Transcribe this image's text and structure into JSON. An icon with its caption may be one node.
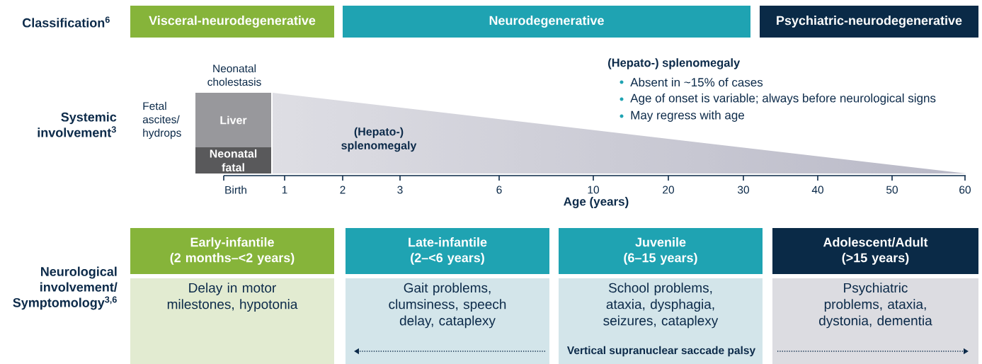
{
  "diagram": {
    "nodes": [
      {
        "text": [
          "Visceral-neurodegenerative"
        ]
      },
      {
        "text": [
          "Neurodegenerative"
        ]
      },
      {
        "text": [
          "Psychiatric-neurodegenerative"
        ]
      },
      {
        "text": [
          "Liver"
        ]
      },
      {
        "text": [
          "Neonatal fatal"
        ]
      },
      {
        "text": [
          "(Hepato-) splenomegaly"
        ]
      },
      {
        "text": [
          "Early-infantile",
          "(2 months–<2 years)"
        ]
      },
      {
        "text": [
          "Late-infantile",
          "(2–<6 years)"
        ]
      },
      {
        "text": [
          "Juvenile",
          "(6–15 years)"
        ]
      },
      {
        "text": [
          "Adolescent/Adult",
          "(>15 years)"
        ]
      },
      {
        "text": [
          "Delay in motor milestones, hypotonia"
        ]
      },
      {
        "text": [
          "Gait problems, clumsiness, speech delay, cataplexy"
        ]
      },
      {
        "text": [
          "School problems, ataxia, dysphagia, seizures, cataplexy"
        ]
      },
      {
        "text": [
          "Psychiatric problems, ataxia, dystonia, dementia"
        ]
      }
    ],
    "labels": [
      "Classification$^{6}$",
      "Neonatal cholestasis",
      "Fetal ascites/ hydrops",
      "Systemic involvement$^{3}$",
      "(Hepato-) splenomegaly",
      "Absent in ~15% of cases",
      "Age of onset is variable; always before neurological signs",
      "May regress with age",
      "Birth",
      "1",
      "2",
      "3",
      "6",
      "10",
      "20",
      "30",
      "40",
      "50",
      "60",
      "Age (years)",
      "Neurological involvement/ Symptomology$^{3,6}$",
      "Vertical supranuclear saccade palsy"
    ]
  }
}
